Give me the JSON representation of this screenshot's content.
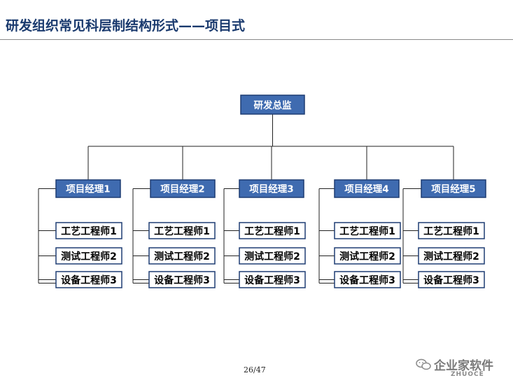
{
  "title": "研发组织常见科层制结构形式——项目式",
  "org": {
    "root": "研发总监",
    "managers": [
      {
        "label": "项目经理1",
        "engineers": [
          "工艺工程师1",
          "测试工程师2",
          "设备工程师3"
        ]
      },
      {
        "label": "项目经理2",
        "engineers": [
          "工艺工程师1",
          "测试工程师2",
          "设备工程师3"
        ]
      },
      {
        "label": "项目经理3",
        "engineers": [
          "工艺工程师1",
          "测试工程师2",
          "设备工程师3"
        ]
      },
      {
        "label": "项目经理4",
        "engineers": [
          "工艺工程师1",
          "测试工程师2",
          "设备工程师3"
        ]
      },
      {
        "label": "项目经理5",
        "engineers": [
          "工艺工程师1",
          "测试工程师2",
          "设备工程师3"
        ]
      }
    ]
  },
  "footer": {
    "page": "26/47"
  },
  "watermark": {
    "text": "企业家软件",
    "sub": "ZHUOCE",
    "icon": "wechat-icon"
  },
  "colors": {
    "title": "#1a3a6e",
    "box_fill": "#3f6bb0",
    "box_stroke": "#1f3d73"
  }
}
